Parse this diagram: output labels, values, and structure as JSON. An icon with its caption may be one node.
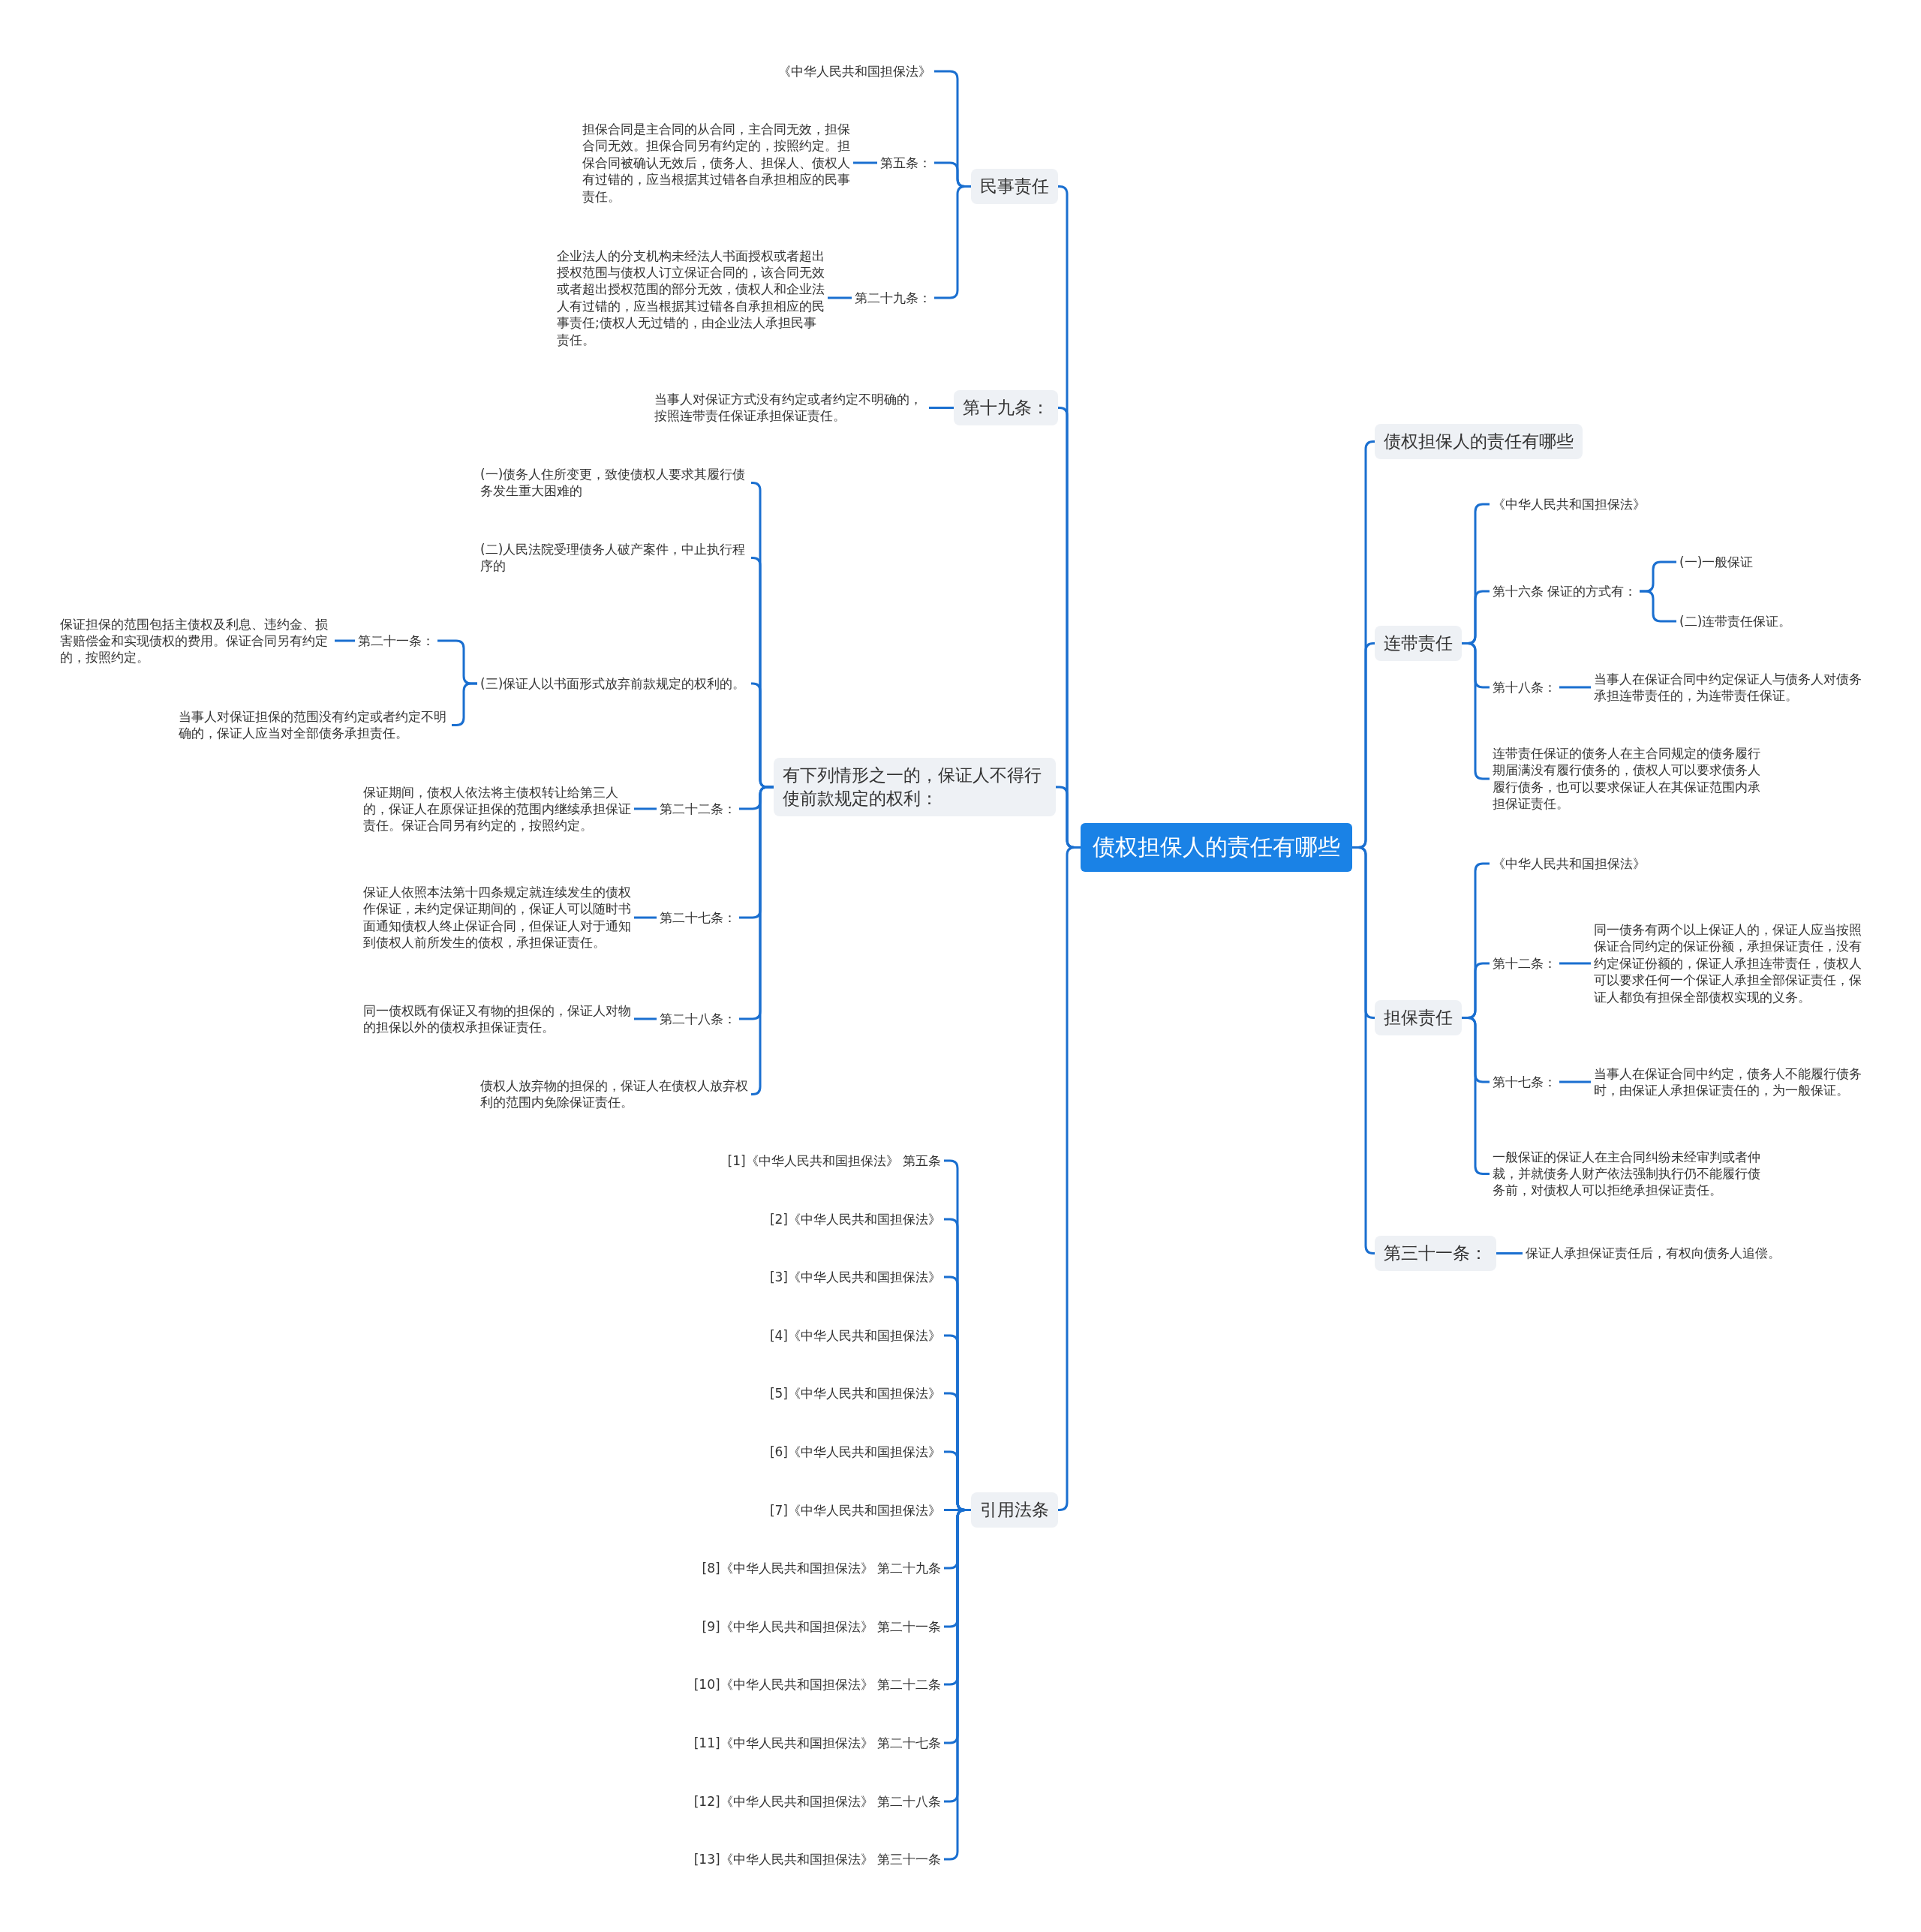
{
  "diagram": {
    "nodes": [
      {
        "text": [
          "债权担保人的责任有哪些"
        ]
      },
      {
        "text": [
          "民事责任"
        ]
      },
      {
        "text": [
          "《中华人民共和国担保法》"
        ]
      },
      {
        "text": [
          "第五条："
        ]
      },
      {
        "text": [
          "担保合同是主合同的从合同，主合同无效，担保合同无效。担保合同另有约定的，按照约定。担保合同被确认无效后，债务人、担保人、债权人有过错的，应当根据其过错各自承担相应的民事责任。"
        ]
      },
      {
        "text": [
          "第二十九条："
        ]
      },
      {
        "text": [
          "企业法人的分支机构未经法人书面授权或者超出授权范围与债权人订立保证合同的，该合同无效或者超出授权范围的部分无效，债权人和企业法人有过错的，应当根据其过错各自承担相应的民事责任;债权人无过错的，由企业法人承担民事责任。"
        ]
      },
      {
        "text": [
          "第十九条："
        ]
      },
      {
        "text": [
          "当事人对保证方式没有约定或者约定不明确的，按照连带责任保证承担保证责任。"
        ]
      },
      {
        "text": [
          "有下列情形之一的，保证人不得行使前款规定的权利："
        ]
      },
      {
        "text": [
          "(一)债务人住所变更，致使债权人要求其履行债务发生重大困难的"
        ]
      },
      {
        "text": [
          "(二)人民法院受理债务人破产案件，中止执行程序的"
        ]
      },
      {
        "text": [
          "(三)保证人以书面形式放弃前款规定的权利的。"
        ]
      },
      {
        "text": [
          "第二十一条："
        ]
      },
      {
        "text": [
          "保证担保的范围包括主债权及利息、违约金、损害赔偿金和实现债权的费用。保证合同另有约定的，按照约定。"
        ]
      },
      {
        "text": [
          "当事人对保证担保的范围没有约定或者约定不明确的，保证人应当对全部债务承担责任。"
        ]
      },
      {
        "text": [
          "第二十二条："
        ]
      },
      {
        "text": [
          "保证期间，债权人依法将主债权转让给第三人的，保证人在原保证担保的范围内继续承担保证责任。保证合同另有约定的，按照约定。"
        ]
      },
      {
        "text": [
          "第二十七条："
        ]
      },
      {
        "text": [
          "保证人依照本法第十四条规定就连续发生的债权作保证，未约定保证期间的，保证人可以随时书面通知债权人终止保证合同，但保证人对于通知到债权人前所发生的债权，承担保证责任。"
        ]
      },
      {
        "text": [
          "第二十八条："
        ]
      },
      {
        "text": [
          "同一债权既有保证又有物的担保的，保证人对物的担保以外的债权承担保证责任。"
        ]
      },
      {
        "text": [
          "债权人放弃物的担保的，保证人在债权人放弃权利的范围内免除保证责任。"
        ]
      },
      {
        "text": [
          "引用法条"
        ]
      },
      {
        "text": [
          "[1]《中华人民共和国担保法》 第五条"
        ]
      },
      {
        "text": [
          "[2]《中华人民共和国担保法》"
        ]
      },
      {
        "text": [
          "[3]《中华人民共和国担保法》"
        ]
      },
      {
        "text": [
          "[4]《中华人民共和国担保法》"
        ]
      },
      {
        "text": [
          "[5]《中华人民共和国担保法》"
        ]
      },
      {
        "text": [
          "[6]《中华人民共和国担保法》"
        ]
      },
      {
        "text": [
          "[7]《中华人民共和国担保法》"
        ]
      },
      {
        "text": [
          "[8]《中华人民共和国担保法》 第二十九条"
        ]
      },
      {
        "text": [
          "[9]《中华人民共和国担保法》 第二十一条"
        ]
      },
      {
        "text": [
          "[10]《中华人民共和国担保法》 第二十二条"
        ]
      },
      {
        "text": [
          "[11]《中华人民共和国担保法》 第二十七条"
        ]
      },
      {
        "text": [
          "[12]《中华人民共和国担保法》 第二十八条"
        ]
      },
      {
        "text": [
          "[13]《中华人民共和国担保法》 第三十一条"
        ]
      },
      {
        "text": [
          "债权担保人的责任有哪些"
        ]
      },
      {
        "text": [
          "连带责任"
        ]
      },
      {
        "text": [
          "《中华人民共和国担保法》"
        ]
      },
      {
        "text": [
          "第十六条 保证的方式有："
        ]
      },
      {
        "text": [
          "(一)一般保证"
        ]
      },
      {
        "text": [
          "(二)连带责任保证。"
        ]
      },
      {
        "text": [
          "第十八条："
        ]
      },
      {
        "text": [
          "当事人在保证合同中约定保证人与债务人对债务承担连带责任的，为连带责任保证。"
        ]
      },
      {
        "text": [
          "连带责任保证的债务人在主合同规定的债务履行期届满没有履行债务的，债权人可以要求债务人履行债务，也可以要求保证人在其保证范围内承担保证责任。"
        ]
      },
      {
        "text": [
          "担保责任"
        ]
      },
      {
        "text": [
          "《中华人民共和国担保法》"
        ]
      },
      {
        "text": [
          "第十二条："
        ]
      },
      {
        "text": [
          "同一债务有两个以上保证人的，保证人应当按照保证合同约定的保证份额，承担保证责任，没有约定保证份额的，保证人承担连带责任，债权人可以要求任何一个保证人承担全部保证责任，保证人都负有担保全部债权实现的义务。"
        ]
      },
      {
        "text": [
          "第十七条："
        ]
      },
      {
        "text": [
          "当事人在保证合同中约定，债务人不能履行债务时，由保证人承担保证责任的，为一般保证。"
        ]
      },
      {
        "text": [
          "一般保证的保证人在主合同纠纷未经审判或者仲裁，并就债务人财产依法强制执行仍不能履行债务前，对债权人可以拒绝承担保证责任。"
        ]
      },
      {
        "text": [
          "第三十一条："
        ]
      },
      {
        "text": [
          "保证人承担保证责任后，有权向债务人追偿。"
        ]
      }
    ],
    "edges": [
      {
        "from": 0,
        "to": 1,
        "arrow": "none"
      },
      {
        "from": 1,
        "to": 2,
        "arrow": "none"
      },
      {
        "from": 1,
        "to": 3,
        "arrow": "none"
      },
      {
        "from": 3,
        "to": 4,
        "arrow": "none"
      },
      {
        "from": 1,
        "to": 5,
        "arrow": "none"
      },
      {
        "from": 5,
        "to": 6,
        "arrow": "none"
      },
      {
        "from": 0,
        "to": 7,
        "arrow": "none"
      },
      {
        "from": 7,
        "to": 8,
        "arrow": "none"
      },
      {
        "from": 0,
        "to": 9,
        "arrow": "none"
      },
      {
        "from": 9,
        "to": 10,
        "arrow": "none"
      },
      {
        "from": 9,
        "to": 11,
        "arrow": "none"
      },
      {
        "from": 9,
        "to": 12,
        "arrow": "none"
      },
      {
        "from": 12,
        "to": 13,
        "arrow": "none"
      },
      {
        "from": 13,
        "to": 14,
        "arrow": "none"
      },
      {
        "from": 12,
        "to": 15,
        "arrow": "none"
      },
      {
        "from": 9,
        "to": 16,
        "arrow": "none"
      },
      {
        "from": 16,
        "to": 17,
        "arrow": "none"
      },
      {
        "from": 9,
        "to": 18,
        "arrow": "none"
      },
      {
        "from": 18,
        "to": 19,
        "arrow": "none"
      },
      {
        "from": 9,
        "to": 20,
        "arrow": "none"
      },
      {
        "from": 20,
        "to": 21,
        "arrow": "none"
      },
      {
        "from": 9,
        "to": 22,
        "arrow": "none"
      },
      {
        "from": 0,
        "to": 23,
        "arrow": "none"
      },
      {
        "from": 23,
        "to": 24,
        "arrow": "none"
      },
      {
        "from": 23,
        "to": 25,
        "arrow": "none"
      },
      {
        "from": 23,
        "to": 26,
        "arrow": "none"
      },
      {
        "from": 23,
        "to": 27,
        "arrow": "none"
      },
      {
        "from": 23,
        "to": 28,
        "arrow": "none"
      },
      {
        "from": 23,
        "to": 29,
        "arrow": "none"
      },
      {
        "from": 23,
        "to": 30,
        "arrow": "none"
      },
      {
        "from": 23,
        "to": 31,
        "arrow": "none"
      },
      {
        "from": 23,
        "to": 32,
        "arrow": "none"
      },
      {
        "from": 23,
        "to": 33,
        "arrow": "none"
      },
      {
        "from": 23,
        "to": 34,
        "arrow": "none"
      },
      {
        "from": 23,
        "to": 35,
        "arrow": "none"
      },
      {
        "from": 23,
        "to": 36,
        "arrow": "none"
      },
      {
        "from": 0,
        "to": 37,
        "arrow": "none"
      },
      {
        "from": 0,
        "to": 38,
        "arrow": "none"
      },
      {
        "from": 38,
        "to": 39,
        "arrow": "none"
      },
      {
        "from": 38,
        "to": 40,
        "arrow": "none"
      },
      {
        "from": 40,
        "to": 41,
        "arrow": "none"
      },
      {
        "from": 40,
        "to": 42,
        "arrow": "none"
      },
      {
        "from": 38,
        "to": 43,
        "arrow": "none"
      },
      {
        "from": 43,
        "to": 44,
        "arrow": "none"
      },
      {
        "from": 38,
        "to": 45,
        "arrow": "none"
      },
      {
        "from": 0,
        "to": 46,
        "arrow": "none"
      },
      {
        "from": 46,
        "to": 47,
        "arrow": "none"
      },
      {
        "from": 46,
        "to": 48,
        "arrow": "none"
      },
      {
        "from": 48,
        "to": 49,
        "arrow": "none"
      },
      {
        "from": 46,
        "to": 50,
        "arrow": "none"
      },
      {
        "from": 50,
        "to": 51,
        "arrow": "none"
      },
      {
        "from": 46,
        "to": 52,
        "arrow": "none"
      },
      {
        "from": 0,
        "to": 53,
        "arrow": "none"
      },
      {
        "from": 53,
        "to": 54,
        "arrow": "none"
      }
    ]
  }
}
